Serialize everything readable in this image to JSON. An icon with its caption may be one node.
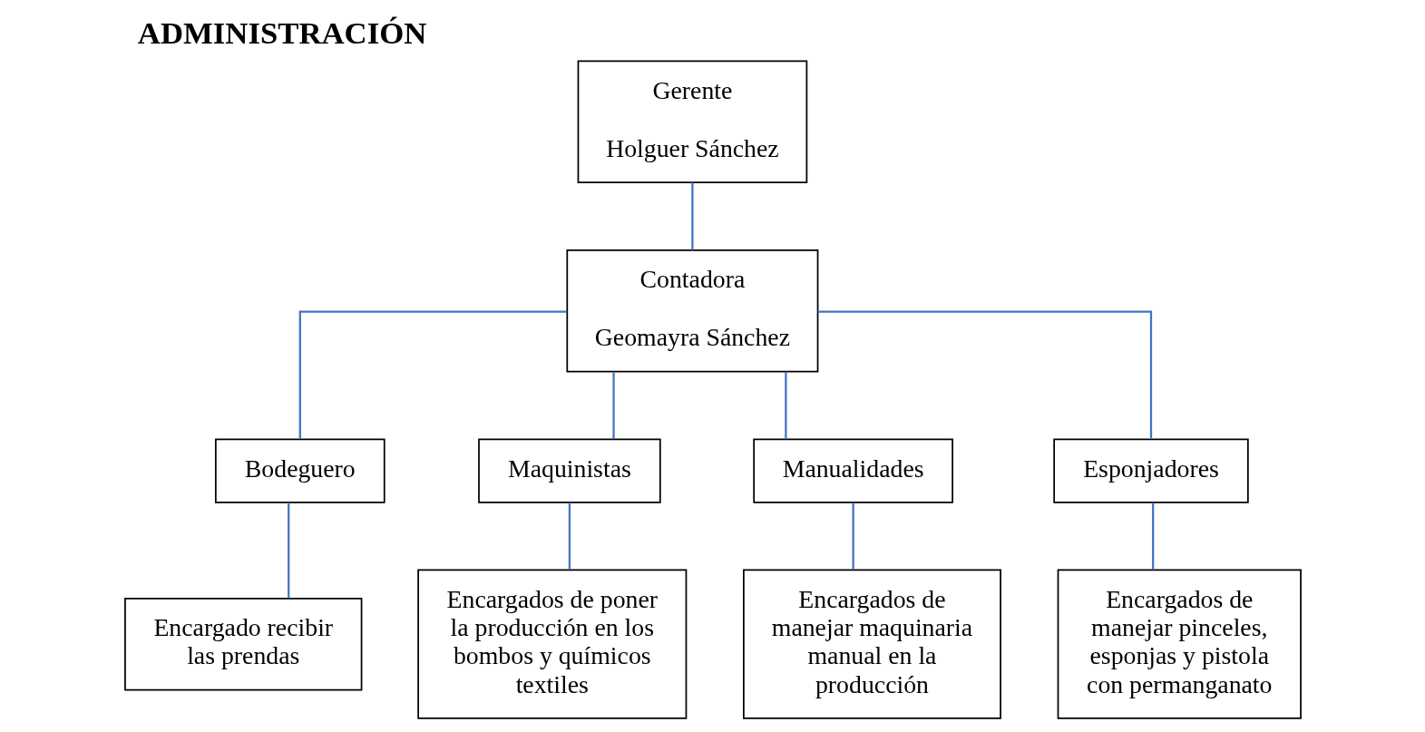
{
  "diagram": {
    "title": "ADMINISTRACIÓN",
    "nodes": [
      {
        "text": [
          "Gerente",
          "Holguer Sánchez"
        ]
      },
      {
        "text": [
          "Contadora",
          "Geomayra Sánchez"
        ]
      },
      {
        "text": [
          "Bodeguero"
        ]
      },
      {
        "text": [
          "Maquinistas"
        ]
      },
      {
        "text": [
          "Manualidades"
        ]
      },
      {
        "text": [
          "Esponjadores"
        ]
      },
      {
        "text": [
          "Encargado recibir las prendas"
        ]
      },
      {
        "text": [
          "Encargados de poner la producción en los bombos y químicos textiles"
        ]
      },
      {
        "text": [
          "Encargados de manejar maquinaria manual en la producción"
        ]
      },
      {
        "text": [
          "Encargados de manejar pinceles, esponjas y pistola con permanganato"
        ]
      }
    ],
    "edges": [
      {
        "from": 0,
        "to": 1,
        "arrow": "none"
      },
      {
        "from": 1,
        "to": 2,
        "arrow": "none"
      },
      {
        "from": 1,
        "to": 3,
        "arrow": "none"
      },
      {
        "from": 1,
        "to": 4,
        "arrow": "none"
      },
      {
        "from": 1,
        "to": 5,
        "arrow": "none"
      },
      {
        "from": 2,
        "to": 6,
        "arrow": "none"
      },
      {
        "from": 3,
        "to": 7,
        "arrow": "none"
      },
      {
        "from": 4,
        "to": 8,
        "arrow": "none"
      },
      {
        "from": 5,
        "to": 9,
        "arrow": "none"
      }
    ]
  }
}
